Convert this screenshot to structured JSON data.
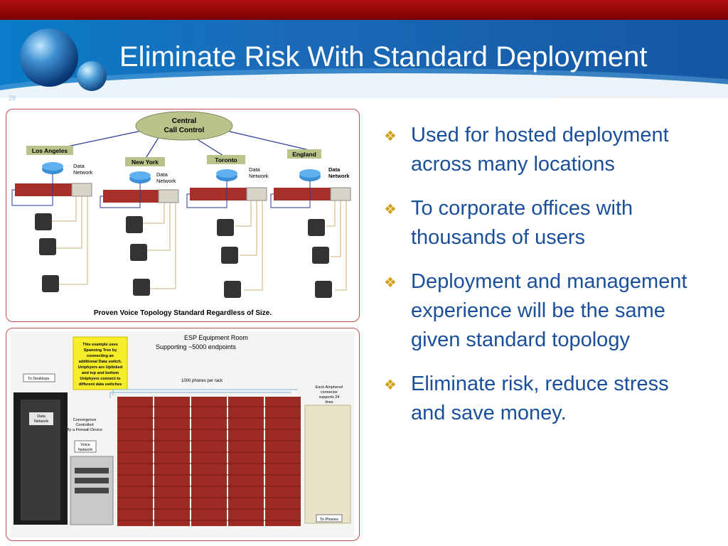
{
  "slide": {
    "title": "Eliminate Risk With Standard Deployment",
    "slide_number": "28"
  },
  "topology": {
    "central": "Central\nCall Control",
    "central_line1": "Central",
    "central_line2": "Call Control",
    "sites": [
      "Los Angeles",
      "New York",
      "Toronto",
      "England"
    ],
    "data_network_line1": "Data",
    "data_network_line2": "Network",
    "caption": "Proven Voice Topology Standard Regardless of Size."
  },
  "equipment_room": {
    "title_line1": "ESP Equipment Room",
    "title_line2": "Supporting ~5000 endpoints",
    "note": [
      "This example uses",
      "Spanning Tree by",
      "connecting an",
      "additional Data switch.",
      "Uniphyers are Uplinked",
      "and top and bottom",
      "Uniphyers connect to",
      "different data switches"
    ],
    "to_desktops": "To Desktops",
    "phones_per_rack": "1000 phones per rack",
    "amphenol_note": [
      "Each Amphenol",
      "connector",
      "supports 24",
      "lines"
    ],
    "data_network": [
      "Data",
      "Network"
    ],
    "convergence": [
      "Convergence",
      "Controlled",
      "By a Firewall Device"
    ],
    "voice_network": [
      "Voice",
      "Network"
    ],
    "to_phones": "To Phones"
  },
  "bullets": [
    "Used for hosted deployment across many locations",
    "To corporate offices with thousands of users",
    "Deployment and management experience will be the same given standard topology",
    "Eliminate risk, reduce stress and save money."
  ],
  "colors": {
    "top_bar": "#9b0b0b",
    "header_blue": "#1457a3",
    "bullet_text": "#1a4f9c",
    "bullet_mark": "#d4a017",
    "panel_border": "#c0504d",
    "rack_red": "#9e2a24"
  }
}
